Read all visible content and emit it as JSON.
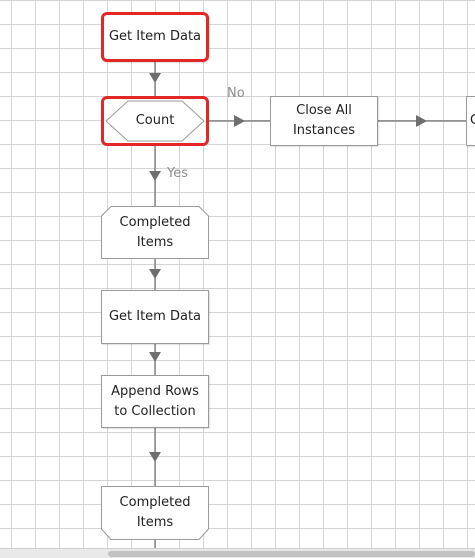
{
  "nodes": {
    "get_item_data_1": "Get Item Data",
    "count": "Count",
    "close_all_instances": "Close All\nInstances",
    "offscreen_partial": "C",
    "completed_items_1": "Completed\nItems",
    "get_item_data_2": "Get Item Data",
    "append_rows": "Append Rows\nto Collection",
    "completed_items_2": "Completed\nItems"
  },
  "edges": {
    "no_label": "No",
    "yes_label": "Yes"
  },
  "colors": {
    "selection": "#e32626",
    "connector": "#6e6e6e",
    "grid": "#d4d4d4"
  }
}
